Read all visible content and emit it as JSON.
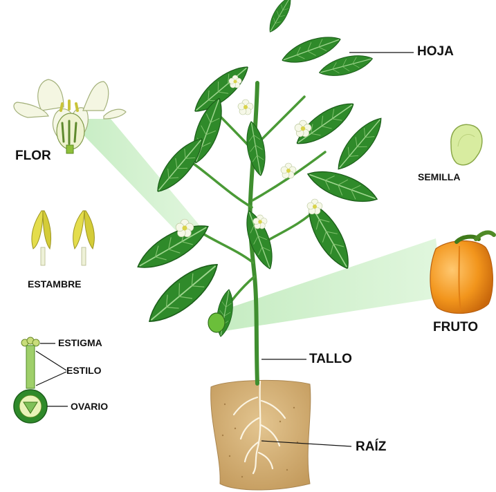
{
  "labels": {
    "hoja": "HOJA",
    "flor": "FLOR",
    "semilla": "SEMILLA",
    "estambre": "ESTAMBRE",
    "fruto": "FRUTO",
    "estigma": "ESTIGMA",
    "estilo": "ESTILO",
    "ovario": "OVARIO",
    "tallo": "TALLO",
    "raiz": "RAÍZ"
  },
  "colors": {
    "leaf": "#2f8a2a",
    "leaf_light": "#5cb84a",
    "leaf_dark": "#1c5e1a",
    "callout": "#c9efc4",
    "soil": "#d2ac6e",
    "fruit": "#f39a1e",
    "flower": "#f4f7e4",
    "stamen": "#e4dd4c"
  }
}
